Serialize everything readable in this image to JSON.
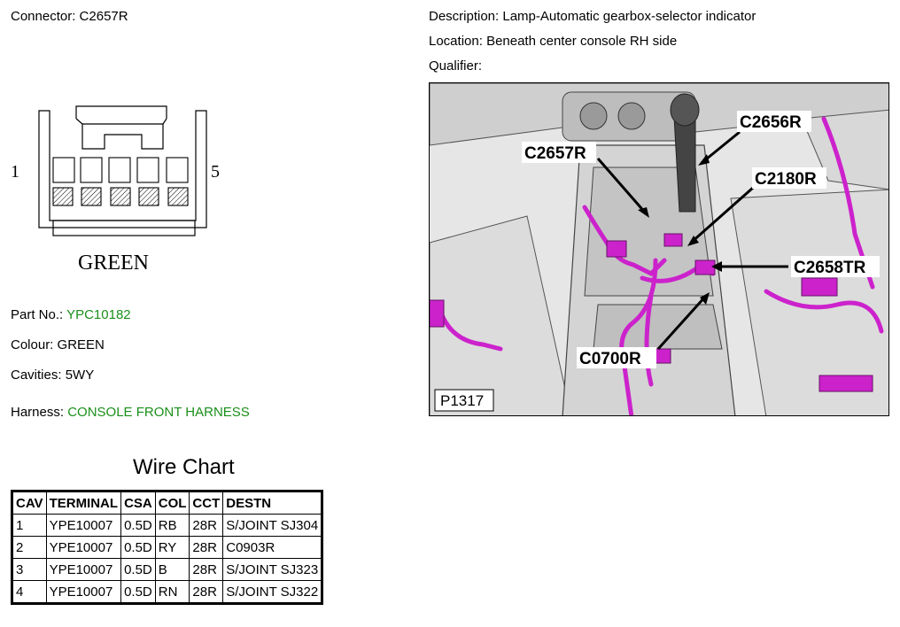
{
  "header": {
    "connector_label": "Connector:",
    "connector_value": "C2657R",
    "description_label": "Description:",
    "description_value": "Lamp-Automatic gearbox-selector indicator",
    "location_label": "Location:",
    "location_value": "Beneath center console RH side",
    "qualifier_label": "Qualifier:"
  },
  "connector_diagram": {
    "pin_first": "1",
    "pin_last": "5",
    "color_label": "GREEN"
  },
  "details": {
    "part_label": "Part No.:",
    "part_value": "YPC10182",
    "colour_label": "Colour:",
    "colour_value": "GREEN",
    "cavities_label": "Cavities:",
    "cavities_value": "5WY",
    "harness_label": "Harness:",
    "harness_value": "CONSOLE FRONT HARNESS"
  },
  "photo": {
    "callouts": [
      "C2656R",
      "C2657R",
      "C2180R",
      "C2658TR",
      "C0700R"
    ],
    "code": "P1317"
  },
  "wire_chart": {
    "title": "Wire Chart",
    "columns": [
      "CAV",
      "TERMINAL",
      "CSA",
      "COL",
      "CCT",
      "DESTN"
    ],
    "rows": [
      [
        "1",
        "YPE10007",
        "0.5D",
        "RB",
        "28R",
        "S/JOINT SJ304"
      ],
      [
        "2",
        "YPE10007",
        "0.5D",
        "RY",
        "28R",
        "C0903R"
      ],
      [
        "3",
        "YPE10007",
        "0.5D",
        "B",
        "28R",
        "S/JOINT SJ323"
      ],
      [
        "4",
        "YPE10007",
        "0.5D",
        "RN",
        "28R",
        "S/JOINT SJ322"
      ]
    ]
  },
  "colors": {
    "accent_green": "#1a8f1a",
    "harness_magenta": "#cc22cc"
  }
}
